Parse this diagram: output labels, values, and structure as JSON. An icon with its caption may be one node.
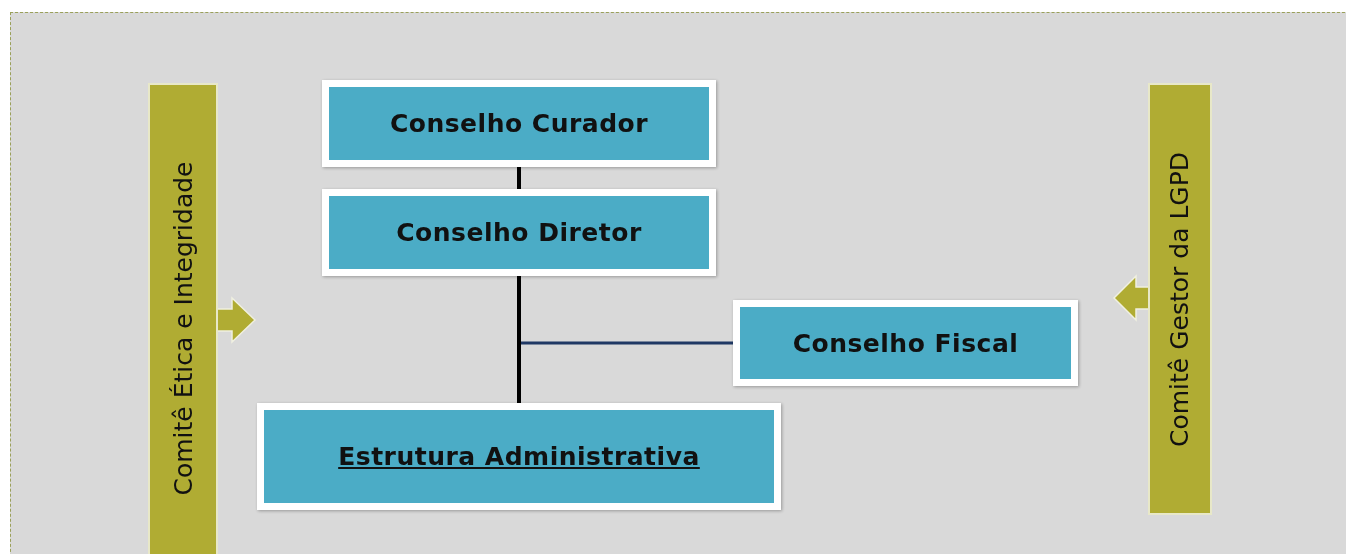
{
  "diagram": {
    "nodes": [
      {
        "text": [
          "Comitê Ética e Integridade"
        ]
      },
      {
        "text": [
          "Conselho Curador"
        ]
      },
      {
        "text": [
          "Conselho Diretor"
        ]
      },
      {
        "text": [
          "Conselho Fiscal"
        ]
      },
      {
        "text": [
          "Estrutura Administrativa"
        ]
      },
      {
        "text": [
          "Comitê Gestor da LGPD"
        ]
      }
    ],
    "edges": [
      {
        "from": 1,
        "to": 2,
        "arrow": "none"
      },
      {
        "from": 2,
        "to": 4,
        "arrow": "none"
      },
      {
        "from": 2,
        "to": 3,
        "arrow": "none",
        "color": "#1f3864"
      }
    ]
  }
}
